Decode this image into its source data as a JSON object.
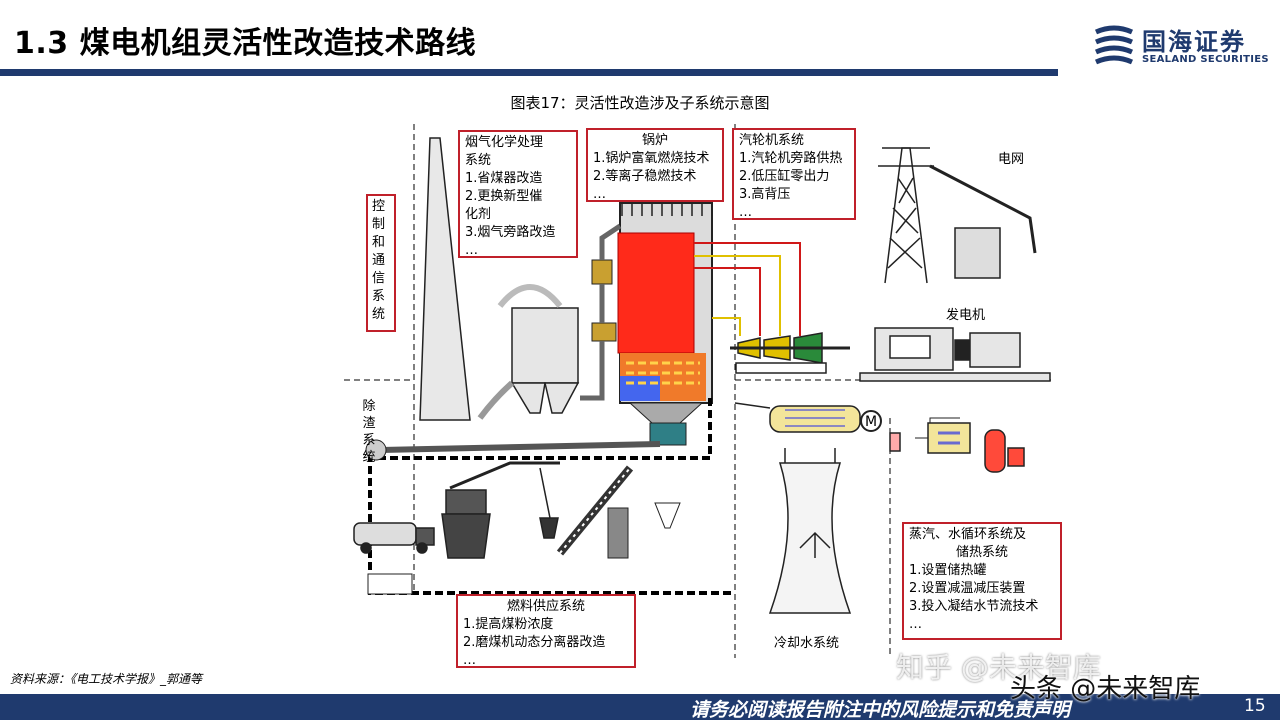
{
  "header": {
    "title": "1.3 煤电机组灵活性改造技术路线",
    "logo_cn": "国海证券",
    "logo_en": "SEALAND SECURITIES"
  },
  "figure": {
    "caption": "图表17：灵活性改造涉及子系统示意图",
    "flue_gas_box": [
      "烟气化学处理",
      "系统",
      "1.省煤器改造",
      "2.更换新型催",
      "化剂",
      "3.烟气旁路改造",
      "…"
    ],
    "boiler_box": [
      "锅炉",
      "1.锅炉富氧燃烧技术",
      "2.等离子稳燃技术",
      "…"
    ],
    "turbine_box": [
      "汽轮机系统",
      "1.汽轮机旁路供热",
      "2.低压缸零出力",
      "3.高背压",
      "…"
    ],
    "control_label": "控制和通信系统",
    "slag_label": "除渣系统",
    "grid_label": "电网",
    "generator_label": "发电机",
    "motor_symbol": "M",
    "steam_box": [
      "蒸汽、水循环系统及",
      "储热系统",
      "1.设置储热罐",
      "2.设置减温减压装置",
      "3.投入凝结水节流技术",
      "…"
    ],
    "fuel_box": [
      "燃料供应系统",
      "1.提高煤粉浓度",
      "2.磨煤机动态分离器改造",
      "…"
    ],
    "cooling_label": "冷却水系统"
  },
  "source": "资料来源：《电工技术学报》_郭通等",
  "footer": {
    "disclaimer": "请务必阅读报告附注中的风险提示和免责声明",
    "page": "15"
  },
  "watermarks": {
    "zhihu": "知乎 @未来智库",
    "toutiao": "头条 @未来智库"
  },
  "colors": {
    "brand_blue": "#1f3a6e",
    "box_border": "#c0202a",
    "furnace_red": "#ff2a1a"
  }
}
